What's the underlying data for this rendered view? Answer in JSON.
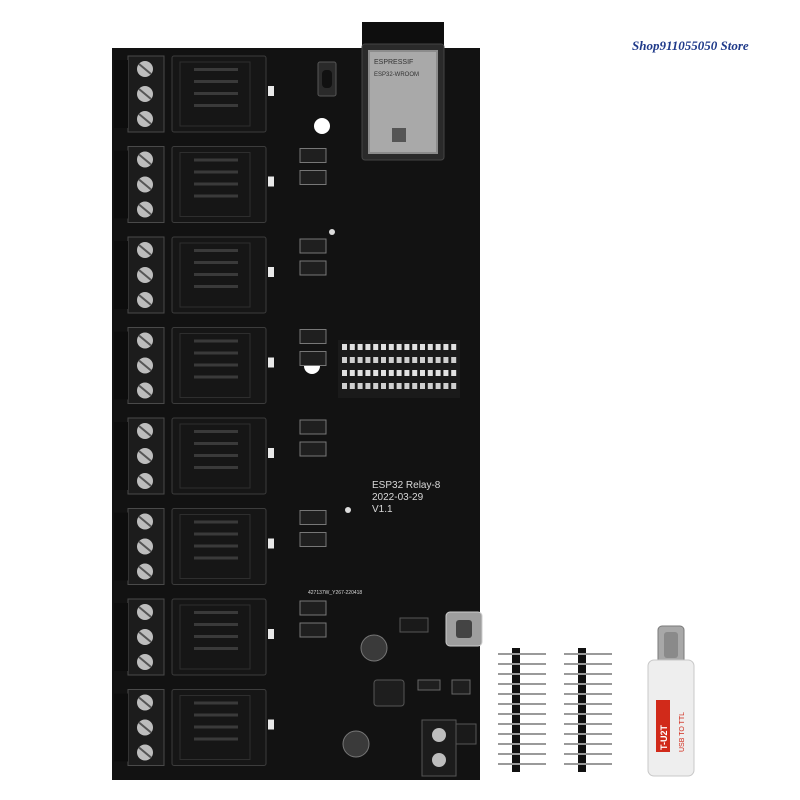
{
  "watermark": "Shop911055050 Store",
  "board": {
    "name_line": "ESP32  Relay-8",
    "date_line": "2022-03-29",
    "version_line": "V1.1",
    "serial_line": "427137W_Y267-220418",
    "relay_count": 8
  },
  "module": {
    "brand": "ESPRESSIF",
    "model": "ESP32-WROOM"
  },
  "adapter": {
    "brand": "T-U2T",
    "label": "USB TO TTL"
  },
  "colors": {
    "pcb": "#121212",
    "relay": "#161616",
    "terminal": "#1c1c1c",
    "screw": "#bdbdbd",
    "module": "#2a2a2a",
    "adapter_body": "#eeeeee",
    "adapter_brand": "#d12a1a",
    "watermark": "#1f3a8a"
  }
}
